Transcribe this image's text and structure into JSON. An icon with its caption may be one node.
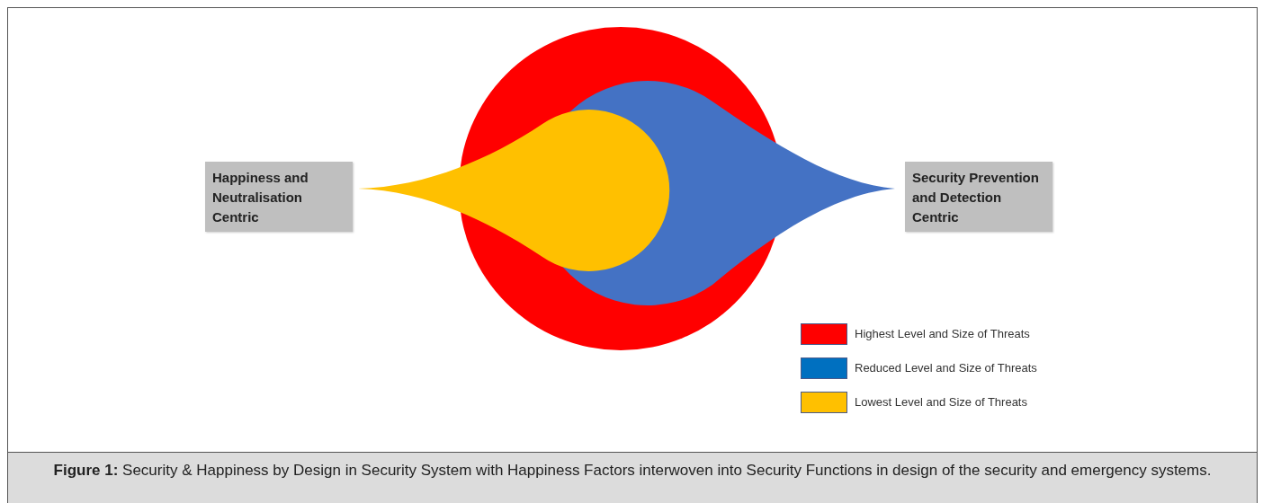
{
  "diagram": {
    "caption": "**Figure 1:** Security & Happiness by Design in Security System with Happiness Factors interwoven into Security Functions in design of the security and emergency systems.",
    "nodes": [
      {
        "text": [
          "Happiness and Neutralisation Centric"
        ]
      },
      {
        "text": [
          "Security Prevention and Detection Centric"
        ]
      }
    ],
    "legend": [
      {
        "text": "Highest Level and Size of Threats",
        "color": "#ff0000"
      },
      {
        "text": "Reduced Level and Size of Threats",
        "color": "#0070c0"
      },
      {
        "text": "Lowest Level and Size of Threats",
        "color": "#ffc000"
      }
    ]
  }
}
